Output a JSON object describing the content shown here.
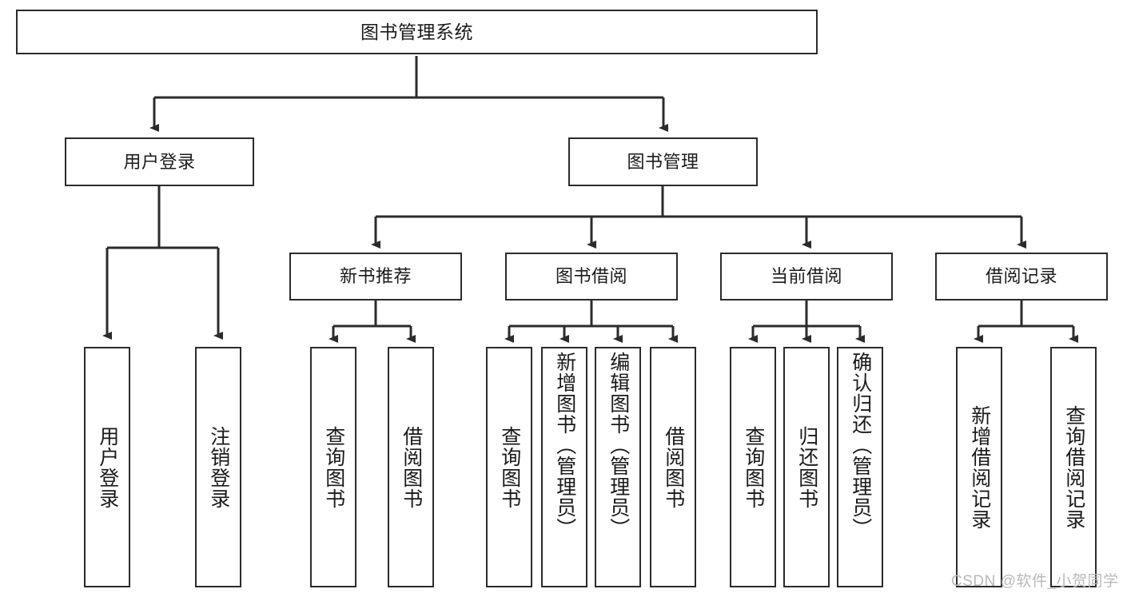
{
  "diagram": {
    "title": "图书管理系统",
    "type": "tree-hierarchy",
    "orientation": "top-down",
    "colors": {
      "node_border": "#2b2b2b",
      "node_fill": "#ffffff",
      "edge": "#2b2b2b",
      "text": "#1a1a1a",
      "watermark": "#b9b9b9",
      "background": "#ffffff"
    }
  },
  "root": {
    "label": "图书管理系统"
  },
  "level2": [
    {
      "id": "user-login",
      "label": "用户登录"
    },
    {
      "id": "book-management",
      "label": "图书管理"
    }
  ],
  "level3": [
    {
      "id": "new-book-recommend",
      "label": "新书推荐"
    },
    {
      "id": "book-borrow",
      "label": "图书借阅"
    },
    {
      "id": "current-borrow",
      "label": "当前借阅"
    },
    {
      "id": "borrow-record",
      "label": "借阅记录"
    }
  ],
  "leaves": {
    "user_login": [
      {
        "id": "leaf-user-login",
        "label": "用户登录"
      },
      {
        "id": "leaf-logout-login",
        "label": "注销登录"
      }
    ],
    "new_book_recommend": [
      {
        "id": "leaf-query-book-1",
        "label": "查询图书"
      },
      {
        "id": "leaf-borrow-book-1",
        "label": "借阅图书"
      }
    ],
    "book_borrow": [
      {
        "id": "leaf-query-book-2",
        "label": "查询图书"
      },
      {
        "id": "leaf-add-book",
        "label": "新增图书（管理员）"
      },
      {
        "id": "leaf-edit-book",
        "label": "编辑图书（管理员）"
      },
      {
        "id": "leaf-borrow-book-2",
        "label": "借阅图书"
      }
    ],
    "current_borrow": [
      {
        "id": "leaf-query-book-3",
        "label": "查询图书"
      },
      {
        "id": "leaf-return-book",
        "label": "归还图书"
      },
      {
        "id": "leaf-confirm-return",
        "label": "确认归还（管理员）"
      }
    ],
    "borrow_record": [
      {
        "id": "leaf-add-borrow-record",
        "label": "新增借阅记录"
      },
      {
        "id": "leaf-query-borrow-record",
        "label": "查询借阅记录"
      }
    ]
  },
  "watermark": {
    "text": "CSDN @软件_小贺同学"
  }
}
